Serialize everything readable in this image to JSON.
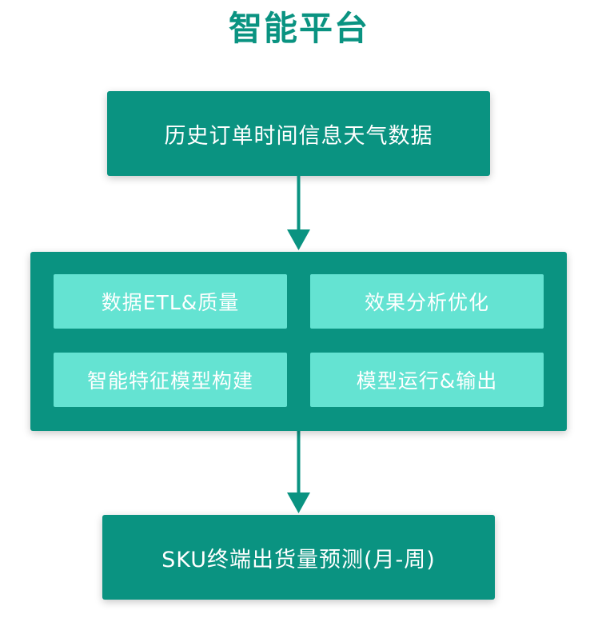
{
  "title": "智能平台",
  "input_box": {
    "label": "历史订单时间信息天气数据"
  },
  "platform": {
    "modules": [
      {
        "label": "数据ETL&质量"
      },
      {
        "label": "效果分析优化"
      },
      {
        "label": "智能特征模型构建"
      },
      {
        "label": "模型运行&输出"
      }
    ]
  },
  "output_box": {
    "label": "SKU终端出货量预测(月-周)"
  },
  "colors": {
    "primary": "#0a9381",
    "module": "#64e3d2",
    "text_on_dark": "#ffffff"
  }
}
